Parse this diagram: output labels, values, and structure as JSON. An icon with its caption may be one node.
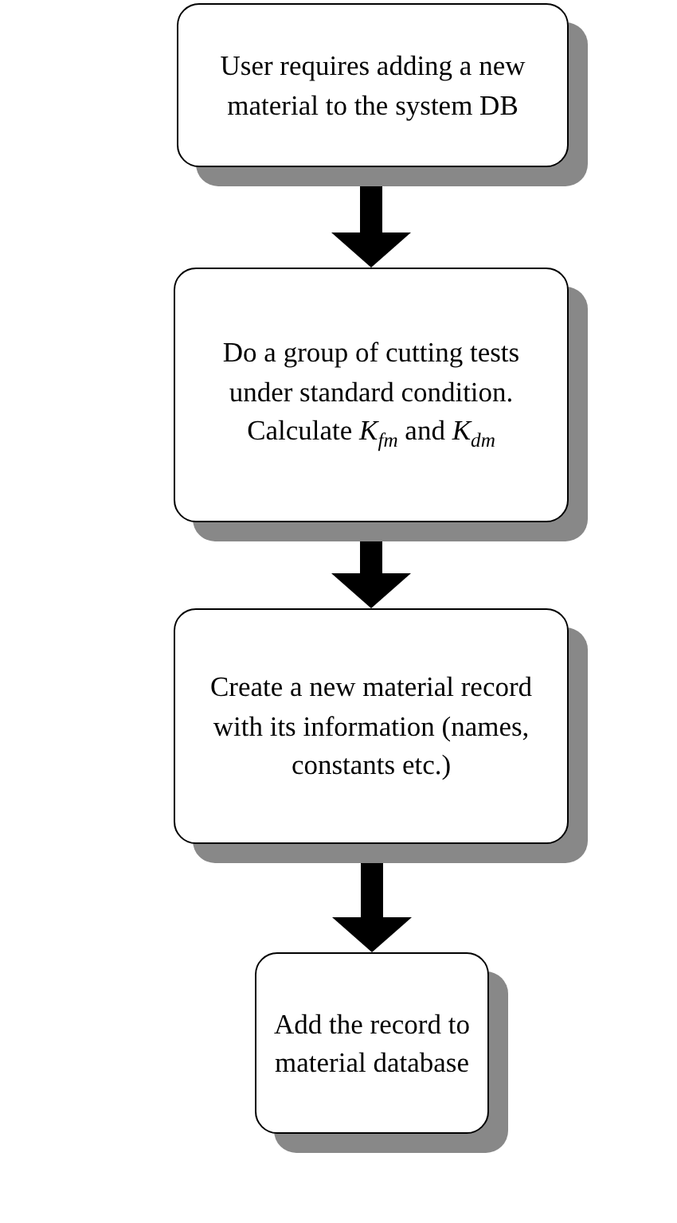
{
  "diagram": {
    "nodes": [
      {
        "text": [
          "User requires adding a new material to the system DB"
        ]
      },
      {
        "text": [
          "Do a group of cutting tests under standard condition. Calculate *K*$_{fm}$ and *K*$_{dm}$"
        ]
      },
      {
        "text": [
          "Create a new material record with its information (names, constants etc.)"
        ]
      },
      {
        "text": [
          "Add the record to material database"
        ]
      }
    ],
    "edges": [
      {
        "from": 0,
        "to": 1,
        "arrow": "to"
      },
      {
        "from": 1,
        "to": 2,
        "arrow": "to"
      },
      {
        "from": 2,
        "to": 3,
        "arrow": "to"
      }
    ]
  }
}
